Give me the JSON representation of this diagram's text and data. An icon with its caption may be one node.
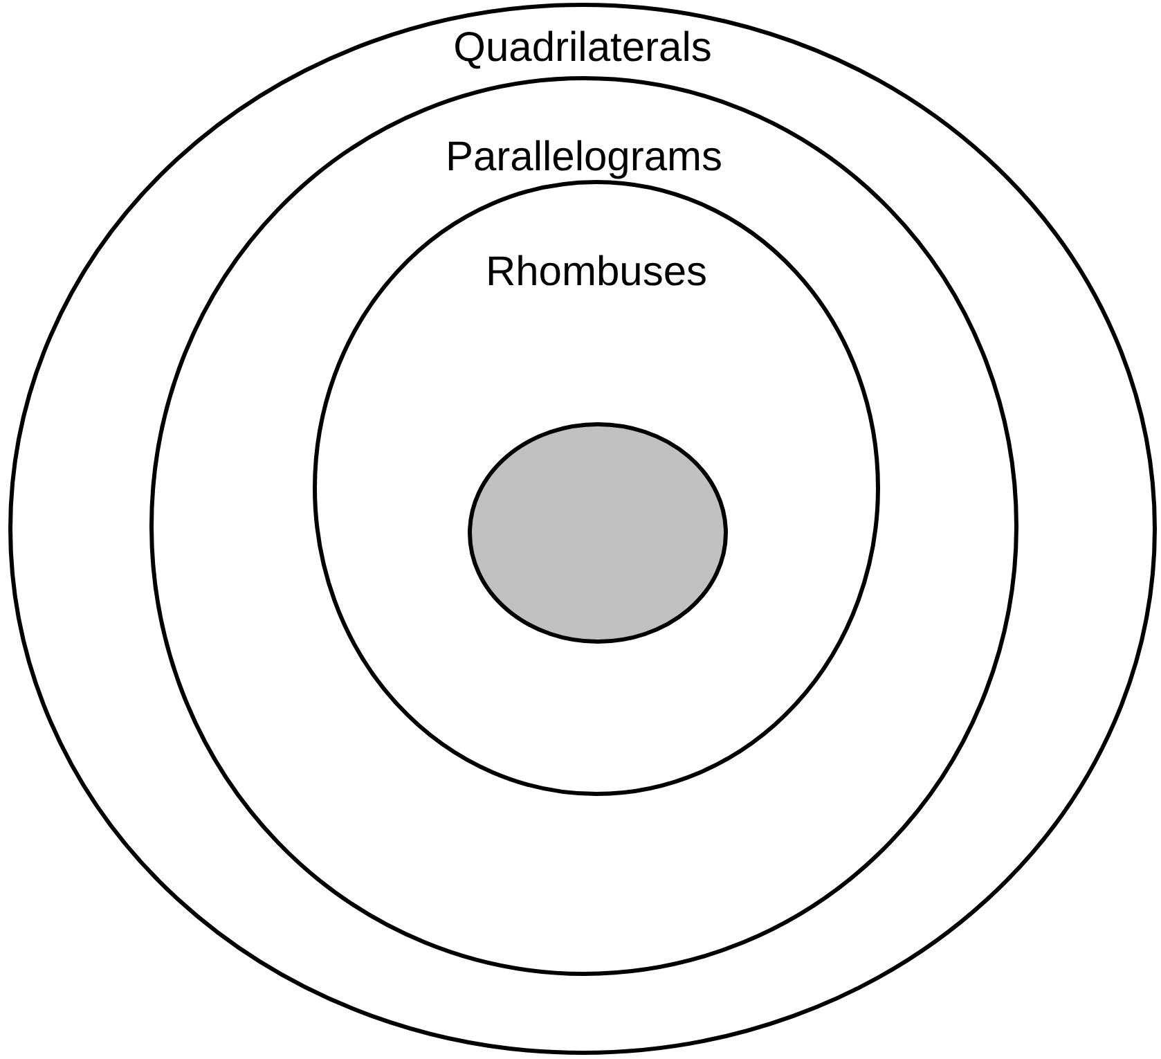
{
  "diagram": {
    "nodes": [
      {
        "text": [
          "Quadrilaterals"
        ]
      },
      {
        "text": [
          "Parallelograms"
        ],
        "in": 0
      },
      {
        "text": [
          "Rhombuses"
        ],
        "in": 1
      },
      {
        "text": [],
        "shape": "circle",
        "in": 2
      }
    ]
  }
}
